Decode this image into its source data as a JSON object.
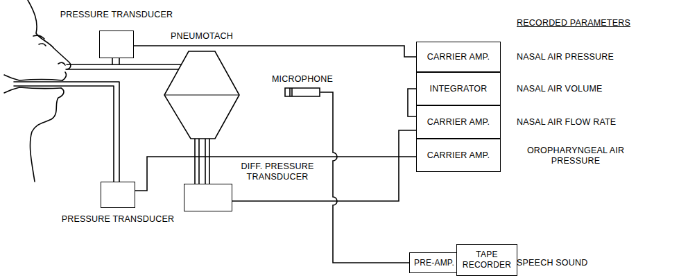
{
  "diagram": {
    "nodes": [
      {
        "text": [
          "PRESSURE TRANSDUCER"
        ]
      },
      {
        "text": [
          "PNEUMOTACH"
        ]
      },
      {
        "text": [
          "MICROPHONE"
        ]
      },
      {
        "text": [
          "CARRIER AMP."
        ]
      },
      {
        "text": [
          "INTEGRATOR"
        ]
      },
      {
        "text": [
          "CARRIER AMP."
        ]
      },
      {
        "text": [
          "DIFF. PRESSURE TRANSDUCER"
        ]
      },
      {
        "text": [
          "CARRIER AMP."
        ]
      },
      {
        "text": [
          "PRESSURE TRANSDUCER"
        ]
      },
      {
        "text": [
          "PRE-AMP."
        ]
      },
      {
        "text": [
          "TAPE RECORDER"
        ]
      }
    ],
    "edges": [
      {
        "from": 0,
        "to": 3,
        "arrow": "none"
      },
      {
        "from": 1,
        "to": 6,
        "arrow": "none"
      },
      {
        "from": 4,
        "to": 5,
        "arrow": "none"
      },
      {
        "from": 6,
        "to": 5,
        "arrow": "none"
      },
      {
        "from": 8,
        "to": 7,
        "arrow": "none"
      },
      {
        "from": 2,
        "to": 9,
        "arrow": "none"
      },
      {
        "from": 9,
        "to": 10,
        "arrow": "none"
      }
    ],
    "labels": [
      "RECORDED PARAMETERS",
      "NASAL AIR PRESSURE",
      "NASAL AIR VOLUME",
      "NASAL AIR FLOW RATE",
      "OROPHARYNGEAL AIR PRESSURE",
      "SPEECH SOUND"
    ]
  }
}
